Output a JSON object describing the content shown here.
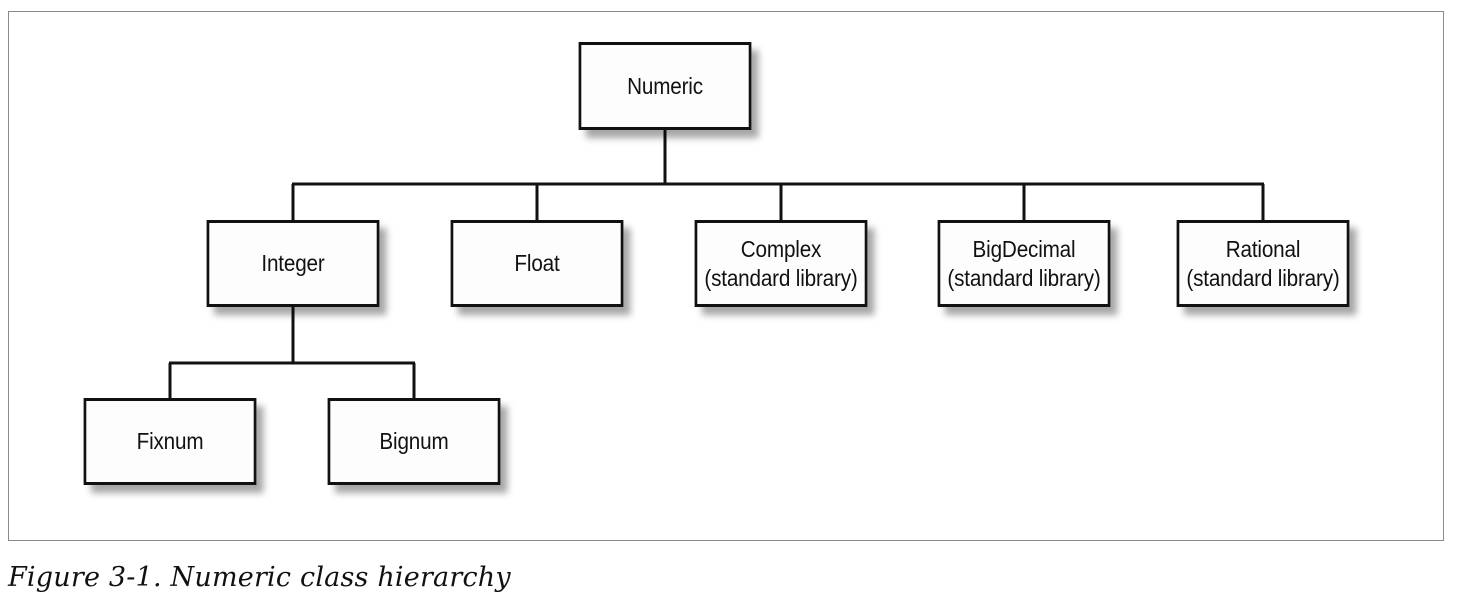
{
  "diagram": {
    "nodes": {
      "numeric": {
        "label": "Numeric"
      },
      "integer": {
        "label": "Integer"
      },
      "float": {
        "label": "Float"
      },
      "complex": {
        "label": "Complex",
        "sublabel": "(standard library)"
      },
      "bigdecimal": {
        "label": "BigDecimal",
        "sublabel": "(standard library)"
      },
      "rational": {
        "label": "Rational",
        "sublabel": "(standard library)"
      },
      "fixnum": {
        "label": "Fixnum"
      },
      "bignum": {
        "label": "Bignum"
      }
    },
    "edges": [
      {
        "from": "Numeric",
        "to": "Integer"
      },
      {
        "from": "Numeric",
        "to": "Float"
      },
      {
        "from": "Numeric",
        "to": "Complex"
      },
      {
        "from": "Numeric",
        "to": "BigDecimal"
      },
      {
        "from": "Numeric",
        "to": "Rational"
      },
      {
        "from": "Integer",
        "to": "Fixnum"
      },
      {
        "from": "Integer",
        "to": "Bignum"
      }
    ]
  },
  "caption": "Figure 3-1. Numeric class hierarchy"
}
